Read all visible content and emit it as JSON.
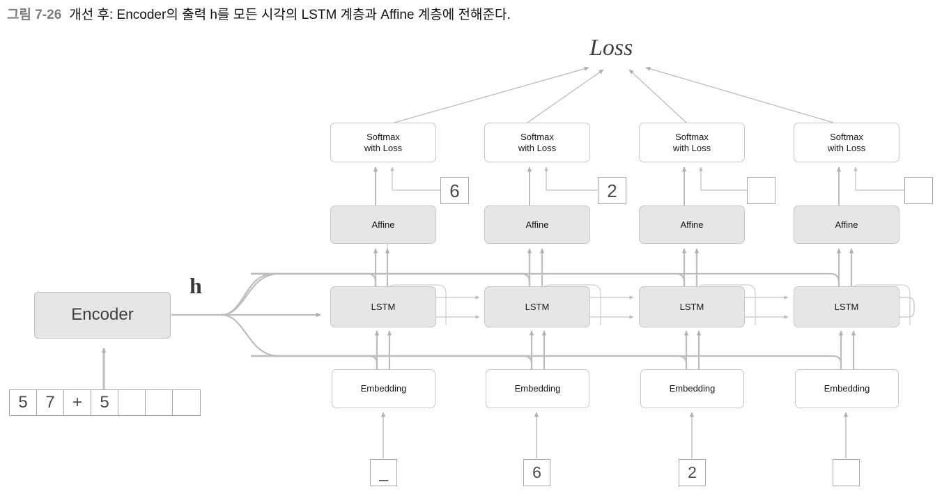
{
  "caption": {
    "figure_number": "그림 7-26",
    "text": "개선 후: Encoder의 출력 h를 모든 시각의 LSTM 계층과 Affine 계층에 전해준다."
  },
  "labels": {
    "loss": "Loss",
    "h": "h",
    "encoder": "Encoder"
  },
  "colors": {
    "box_fill_gray": "#e6e6e6",
    "box_fill_white": "#ffffff",
    "box_border": "#c6c6c6",
    "wire": "#b8b8b8",
    "wire_light": "#cfcfcf",
    "text": "#161616",
    "fignum_gray": "#7d7d7d"
  },
  "encoder_input": {
    "cells": [
      "5",
      "7",
      "+",
      "5",
      "",
      "",
      ""
    ]
  },
  "columns": [
    {
      "softmax": "Softmax\nwith Loss",
      "affine": "Affine",
      "lstm": "LSTM",
      "embedding": "Embedding",
      "teacher_label": "6",
      "input_label": "_"
    },
    {
      "softmax": "Softmax\nwith Loss",
      "affine": "Affine",
      "lstm": "LSTM",
      "embedding": "Embedding",
      "teacher_label": "2",
      "input_label": "6"
    },
    {
      "softmax": "Softmax\nwith Loss",
      "affine": "Affine",
      "lstm": "LSTM",
      "embedding": "Embedding",
      "teacher_label": "",
      "input_label": "2"
    },
    {
      "softmax": "Softmax\nwith Loss",
      "affine": "Affine",
      "lstm": "LSTM",
      "embedding": "Embedding",
      "teacher_label": "",
      "input_label": ""
    }
  ]
}
